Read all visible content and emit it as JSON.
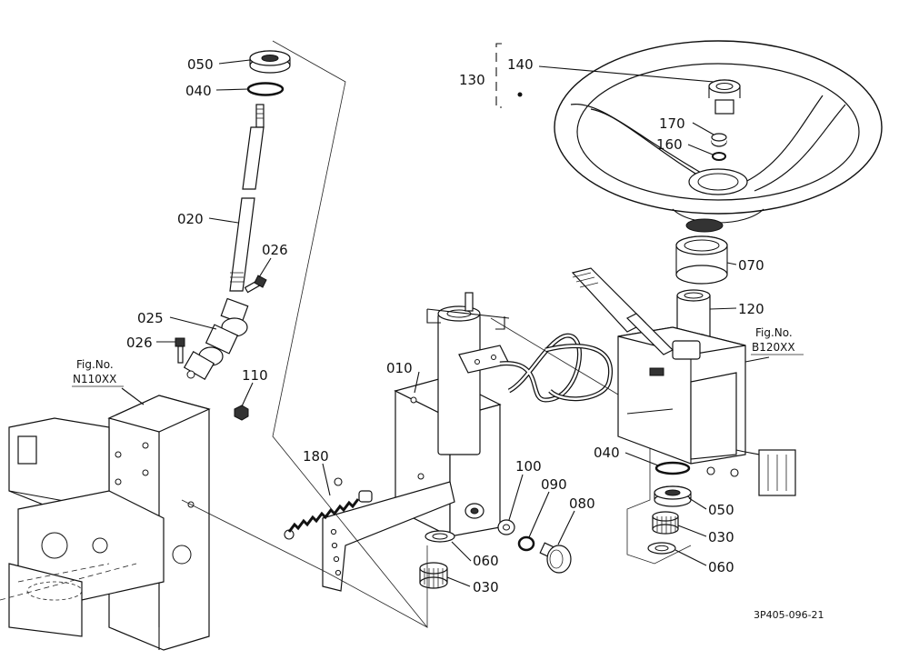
{
  "callouts": {
    "p050_top": "050",
    "p040_top": "040",
    "p020": "020",
    "p026_upper": "026",
    "p025": "025",
    "p026_lower": "026",
    "p110": "110",
    "p010": "010",
    "p180": "180",
    "p100": "100",
    "p090": "090",
    "p080": "080",
    "p060_left": "060",
    "p030_left": "030",
    "p130": "130",
    "p140": "140",
    "p170": "170",
    "p160": "160",
    "p070": "070",
    "p120": "120",
    "p040_right": "040",
    "p050_right": "050",
    "p030_right": "030",
    "p060_right": "060"
  },
  "figure_refs": {
    "left": {
      "line1": "Fig.No.",
      "line2": "N110XX"
    },
    "right": {
      "line1": "Fig.No.",
      "line2": "B120XX"
    }
  },
  "drawing_code": "3P405-096-21"
}
